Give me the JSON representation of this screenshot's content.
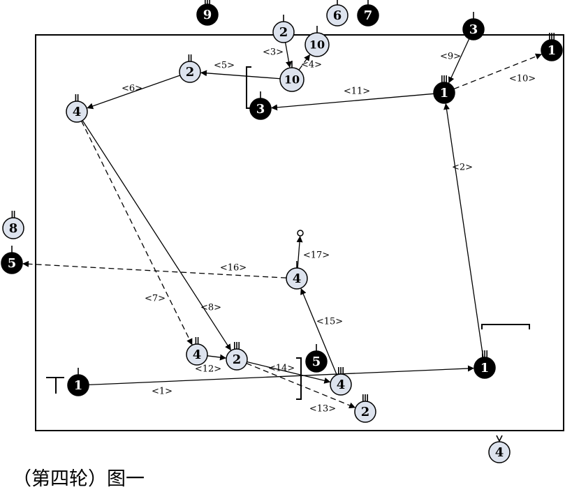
{
  "caption": "（第四轮）图一",
  "colors": {
    "light_fill": "#dde3ee",
    "dark_fill": "#000000",
    "stroke": "#000000"
  },
  "players": [
    {
      "id": "p9",
      "label": "9",
      "fill": "dark",
      "antenna": "3"
    },
    {
      "id": "p6t",
      "label": "6",
      "fill": "light",
      "antenna": "1"
    },
    {
      "id": "p7t",
      "label": "7",
      "fill": "dark",
      "antenna": "1"
    },
    {
      "id": "p2t",
      "label": "2",
      "fill": "light",
      "antenna": "1"
    },
    {
      "id": "p10",
      "label": "10",
      "fill": "light",
      "antenna": "1"
    },
    {
      "id": "p10b",
      "label": "10",
      "fill": "light",
      "antenna": "1"
    },
    {
      "id": "p3d",
      "label": "3",
      "fill": "dark",
      "antenna": "1"
    },
    {
      "id": "p1tr",
      "label": "1",
      "fill": "dark",
      "antenna": "3"
    },
    {
      "id": "p2l",
      "label": "2",
      "fill": "light",
      "antenna": "2"
    },
    {
      "id": "p4l",
      "label": "4",
      "fill": "light",
      "antenna": "2"
    },
    {
      "id": "p1m",
      "label": "1",
      "fill": "dark",
      "antenna": "3"
    },
    {
      "id": "p3m",
      "label": "3",
      "fill": "dark",
      "antenna": "1"
    },
    {
      "id": "p8",
      "label": "8",
      "fill": "light",
      "antenna": "2"
    },
    {
      "id": "p5l",
      "label": "5",
      "fill": "dark",
      "antenna": "1"
    },
    {
      "id": "p4c",
      "label": "4",
      "fill": "light",
      "antenna": "1"
    },
    {
      "id": "p4b",
      "label": "4",
      "fill": "light",
      "antenna": "2"
    },
    {
      "id": "p2b",
      "label": "2",
      "fill": "light",
      "antenna": "3"
    },
    {
      "id": "p5b",
      "label": "5",
      "fill": "dark",
      "antenna": "1"
    },
    {
      "id": "p4r",
      "label": "4",
      "fill": "light",
      "antenna": "3"
    },
    {
      "id": "p2br",
      "label": "2",
      "fill": "light",
      "antenna": "3"
    },
    {
      "id": "p1br",
      "label": "1",
      "fill": "dark",
      "antenna": "3"
    },
    {
      "id": "p1bl",
      "label": "1",
      "fill": "dark",
      "antenna": "1"
    },
    {
      "id": "p4out",
      "label": "4",
      "fill": "light",
      "antenna": "v"
    }
  ],
  "passes": [
    {
      "label": "<1>",
      "from": "p1bl",
      "to": "p1br",
      "style": "solid"
    },
    {
      "label": "<2>",
      "from": "p1br",
      "to": "p1m",
      "style": "solid"
    },
    {
      "label": "<3>",
      "from": "p2t",
      "to": "p10b",
      "style": "solid"
    },
    {
      "label": "<4>",
      "from": "p10b",
      "to": "p10",
      "style": "dashed"
    },
    {
      "label": "<5>",
      "from": "p10b",
      "to": "p2l",
      "style": "solid"
    },
    {
      "label": "<6>",
      "from": "p2l",
      "to": "p4l",
      "style": "solid"
    },
    {
      "label": "<7>",
      "from": "p4l",
      "to": "p4b",
      "style": "dashed"
    },
    {
      "label": "<8>",
      "from": "p4l",
      "to": "p2b",
      "style": "solid"
    },
    {
      "label": "<9>",
      "from": "p3d",
      "to": "p1m",
      "style": "solid"
    },
    {
      "label": "<10>",
      "from": "p1m",
      "to": "p1tr",
      "style": "dashed"
    },
    {
      "label": "<11>",
      "from": "p1m",
      "to": "p3m",
      "style": "solid"
    },
    {
      "label": "<12>",
      "from": "p4b",
      "to": "p2b",
      "style": "solid"
    },
    {
      "label": "<13>",
      "from": "p2b",
      "to": "p2br",
      "style": "dashed"
    },
    {
      "label": "<14>",
      "from": "p2b",
      "to": "p4r",
      "style": "solid"
    },
    {
      "label": "<15>",
      "from": "p4r",
      "to": "p4c",
      "style": "solid"
    },
    {
      "label": "<16>",
      "from": "p4c",
      "to": "p5l",
      "style": "dashed"
    },
    {
      "label": "<17>",
      "from": "p4c",
      "to": "ball",
      "style": "solid"
    }
  ]
}
